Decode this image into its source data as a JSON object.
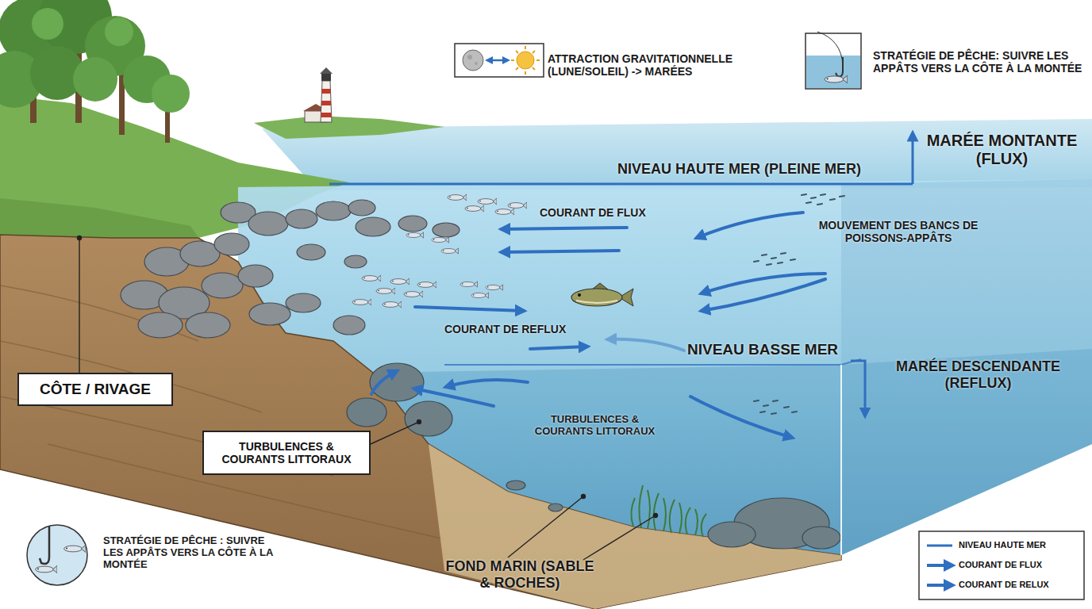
{
  "diagram": {
    "nodes": [
      {
        "text": [
          "CÔTE / RIVAGE"
        ]
      },
      {
        "text": [
          "TURBULENCES & COURANTS LITTORAUX"
        ]
      }
    ],
    "labels": [
      "ATTRACTION GRAVITATIONNELLE (LUNE/SOLEIL) -> MARÉES",
      "STRATÉGIE DE PÊCHE: SUIVRE LES APPÂTS VERS LA CÔTE À LA MONTÉE",
      "MARÉE MONTANTE (FLUX)",
      "NIVEAU HAUTE MER (PLEINE MER)",
      "COURANT DE FLUX",
      "MOUVEMENT DES BANCS DE POISSONS-APPÂTS",
      "COURANT DE REFLUX",
      "NIVEAU BASSE MER",
      "MARÉE DESCENDANTE (REFLUX)",
      "TURBULENCES & COURANTS LITTORAUX",
      "STRATÉGIE DE PÊCHE : SUIVRE LES APPÂTS VERS LA CÔTE À LA MONTÉE",
      "FOND MARIN (SABLE & ROCHES)"
    ],
    "legend": [
      {
        "text": "NIVEAU HAUTE MER"
      },
      {
        "text": "COURANT DE FLUX"
      },
      {
        "text": "COURANT DE RELUX"
      }
    ]
  }
}
